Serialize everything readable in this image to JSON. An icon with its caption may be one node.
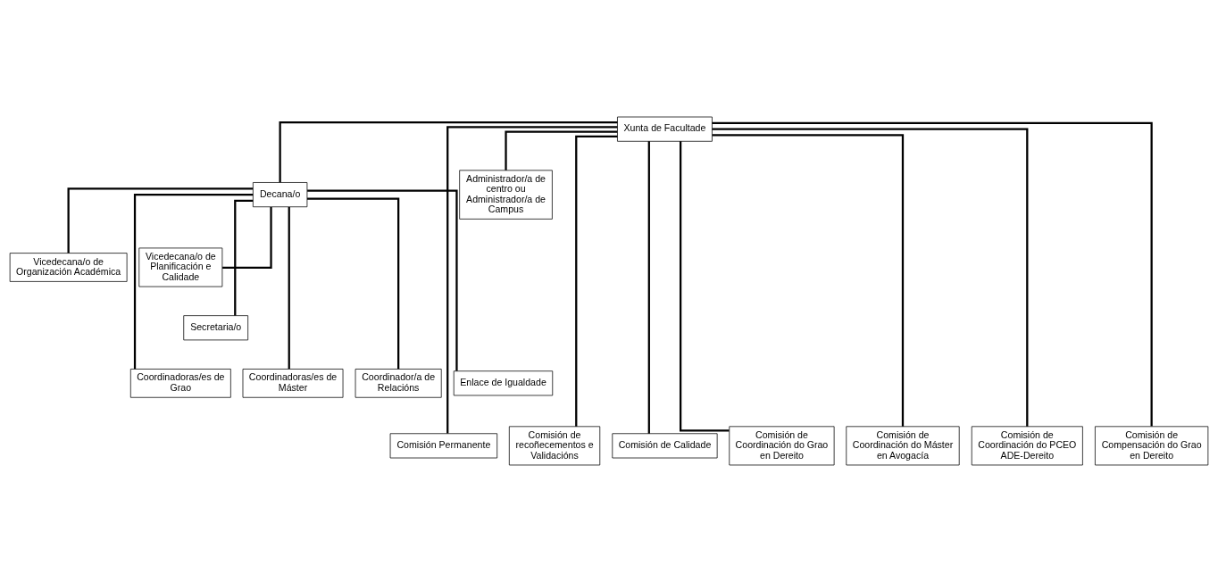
{
  "diagram": {
    "nodes": [
      {
        "text": [
          "Xunta de Facultade"
        ]
      },
      {
        "text": [
          "Decana/o"
        ]
      },
      {
        "text": [
          "Vicedecana/o de Organización Académica"
        ]
      },
      {
        "text": [
          "Vicedecana/o de Planificación e Calidade"
        ]
      },
      {
        "text": [
          "Secretaria/o"
        ]
      },
      {
        "text": [
          "Coordinadoras/es de Grao"
        ]
      },
      {
        "text": [
          "Coordinadoras/es de Máster"
        ]
      },
      {
        "text": [
          "Coordinador/a de Relacións"
        ]
      },
      {
        "text": [
          "Enlace de Igualdade"
        ]
      },
      {
        "text": [
          "Administrador/a de centro ou Administrador/a de Campus"
        ]
      },
      {
        "text": [
          "Comisión Permanente"
        ]
      },
      {
        "text": [
          "Comisión de recoñecementos e Validacións"
        ]
      },
      {
        "text": [
          "Comisión de Calidade"
        ]
      },
      {
        "text": [
          "Comisión de Coordinación do Grao en Dereito"
        ]
      },
      {
        "text": [
          "Comisión de Coordinación do Máster en Avogacía"
        ]
      },
      {
        "text": [
          "Comisión de Coordinación do PCEO ADE-Dereito"
        ]
      },
      {
        "text": [
          "Comisión de Compensación do Grao en Dereito"
        ]
      }
    ],
    "edges": [
      {
        "from": 0,
        "to": 1,
        "arrow": "none"
      },
      {
        "from": 0,
        "to": 9,
        "arrow": "none"
      },
      {
        "from": 1,
        "to": 2,
        "arrow": "none"
      },
      {
        "from": 1,
        "to": 3,
        "arrow": "none"
      },
      {
        "from": 1,
        "to": 4,
        "arrow": "none"
      },
      {
        "from": 1,
        "to": 5,
        "arrow": "none"
      },
      {
        "from": 1,
        "to": 6,
        "arrow": "none"
      },
      {
        "from": 1,
        "to": 7,
        "arrow": "none"
      },
      {
        "from": 1,
        "to": 8,
        "arrow": "none"
      },
      {
        "from": 0,
        "to": 10,
        "arrow": "none"
      },
      {
        "from": 0,
        "to": 11,
        "arrow": "none"
      },
      {
        "from": 0,
        "to": 12,
        "arrow": "none"
      },
      {
        "from": 0,
        "to": 13,
        "arrow": "none"
      },
      {
        "from": 0,
        "to": 14,
        "arrow": "none"
      },
      {
        "from": 0,
        "to": 15,
        "arrow": "none"
      },
      {
        "from": 0,
        "to": 16,
        "arrow": "none"
      }
    ]
  }
}
